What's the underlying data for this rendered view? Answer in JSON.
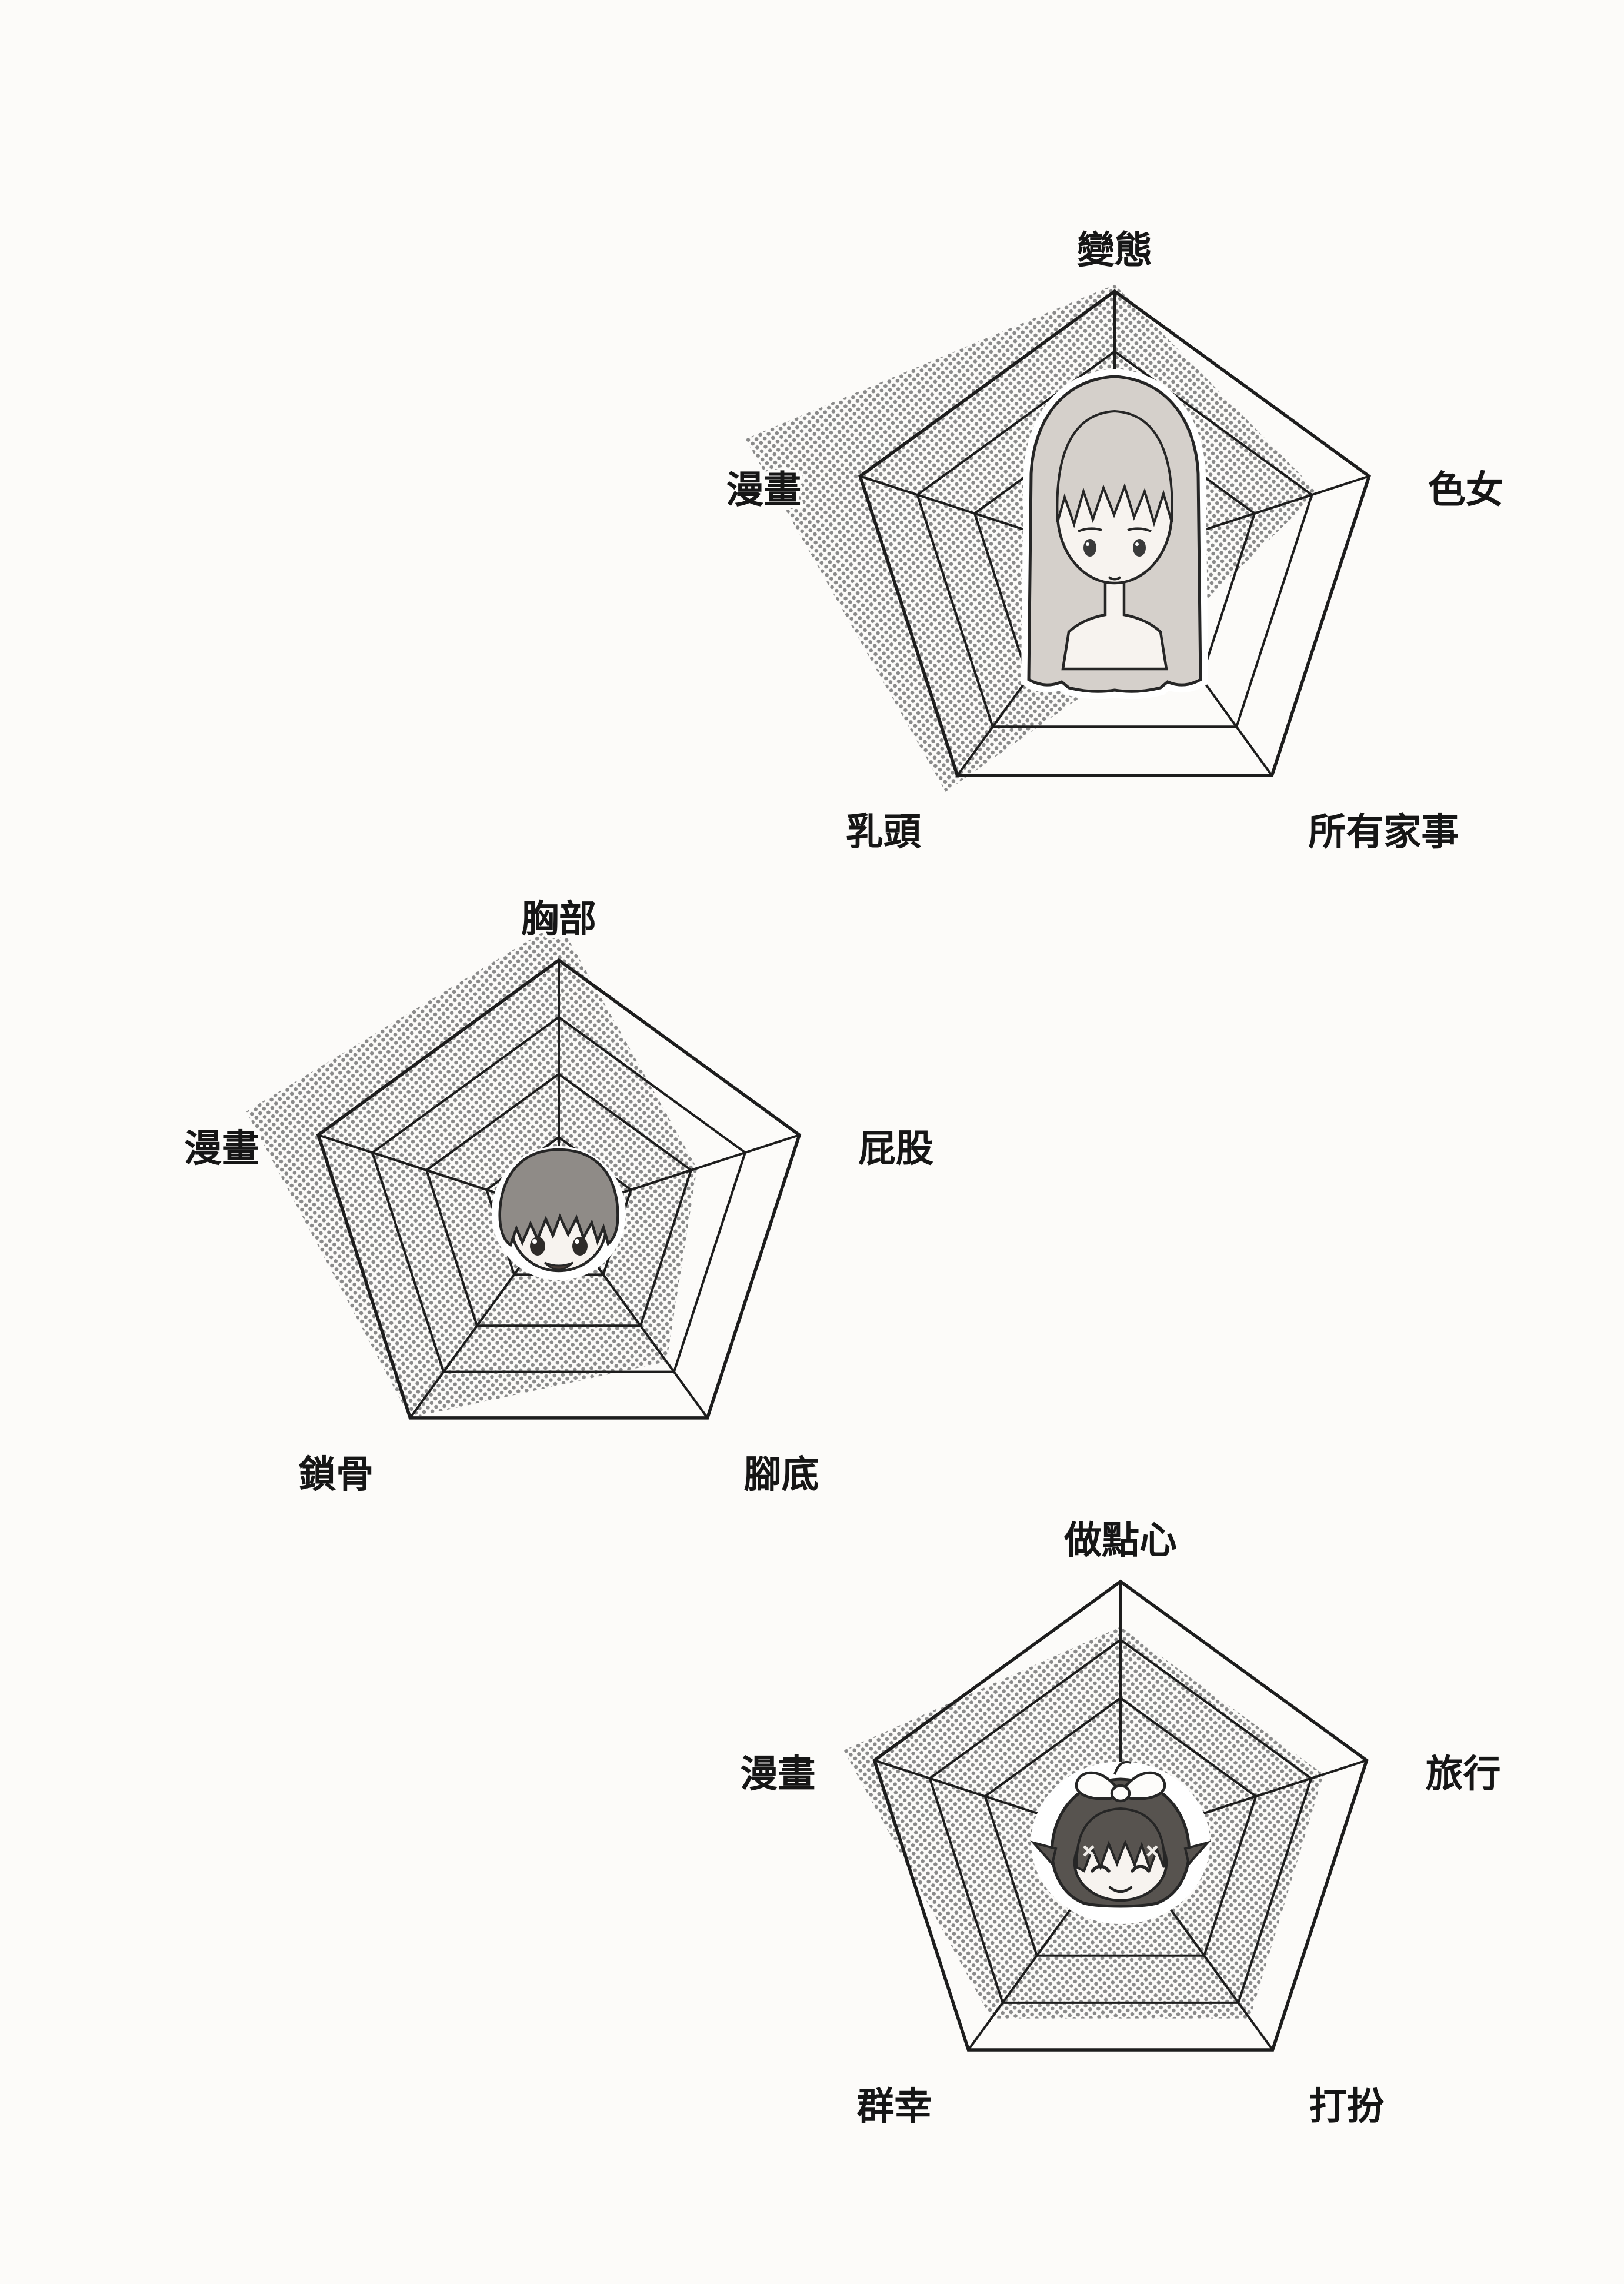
{
  "page": {
    "background_color": "#fcfbf9",
    "description": "Three hand-drawn pentagon radar charts with halftone-dot shaded data areas, each centered on a chibi character face sticker"
  },
  "chart_data": [
    {
      "type": "radar",
      "shape": "pentagon",
      "title": "",
      "categories": [
        "變態",
        "色女",
        "所有家事",
        "乳頭",
        "漫畫"
      ],
      "values": [
        4.1,
        3.2,
        1.4,
        4.3,
        5.8
      ],
      "scale_max": 4,
      "rings": [
        1.2,
        2.2,
        3.1,
        4
      ],
      "grid": true,
      "legend": "none",
      "fill_style": "halftone-dots",
      "center_icon": "long-haired-girl-face",
      "note": "漫畫 and 乳頭 values overflow beyond the outer pentagon"
    },
    {
      "type": "radar",
      "shape": "pentagon",
      "title": "",
      "categories": [
        "胸部",
        "屁股",
        "腳底",
        "鎖骨",
        "漫畫"
      ],
      "values": [
        4.6,
        2.3,
        2.9,
        4.0,
        5.2
      ],
      "scale_max": 4,
      "rings": [
        1.2,
        2.2,
        3.1,
        4
      ],
      "grid": true,
      "legend": "none",
      "fill_style": "halftone-dots",
      "center_icon": "short-haired-boy-face",
      "note": "胸部 and 漫畫 values overflow beyond the outer pentagon"
    },
    {
      "type": "radar",
      "shape": "pentagon",
      "title": "",
      "categories": [
        "做點心",
        "旅行",
        "打扮",
        "群幸",
        "漫畫"
      ],
      "values": [
        3.3,
        3.3,
        3.4,
        3.4,
        4.5
      ],
      "scale_max": 4,
      "rings": [
        1.2,
        2.2,
        3.1,
        4
      ],
      "grid": true,
      "legend": "none",
      "fill_style": "halftone-dots",
      "center_icon": "bow-girl-face",
      "note": "漫畫 value overflows slightly beyond the outer pentagon"
    }
  ],
  "colors": {
    "line": "#1d1d1d",
    "dot_tone": "#8a8a8a",
    "paper": "#fcfbf9"
  }
}
